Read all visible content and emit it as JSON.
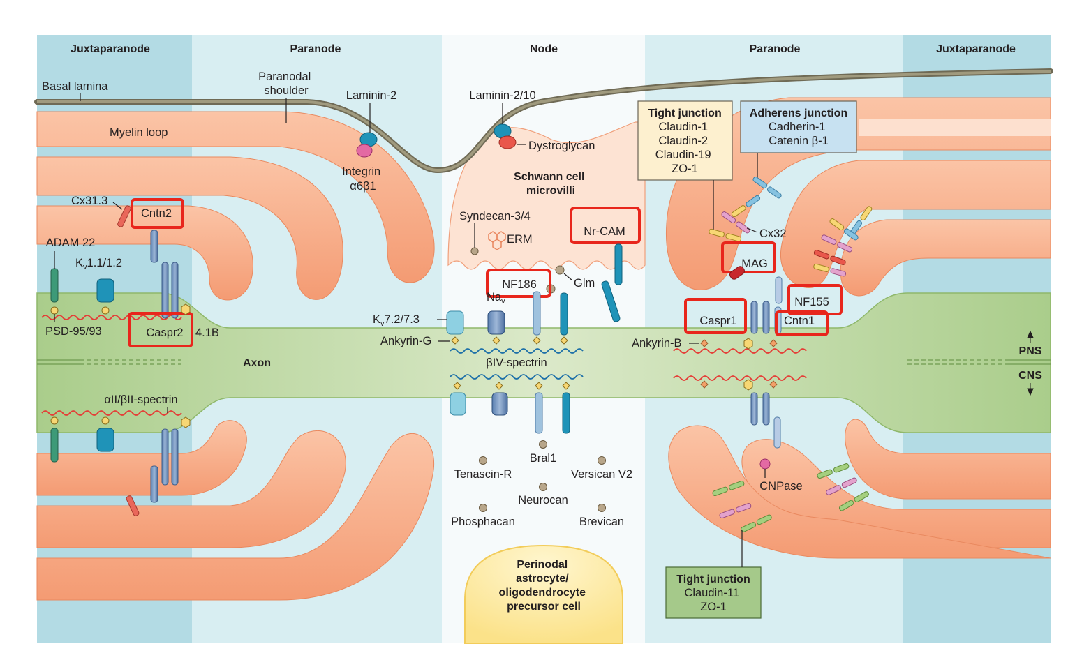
{
  "regions": {
    "juxtaparanode_left": "Juxtaparanode",
    "paranode_left": "Paranode",
    "node": "Node",
    "paranode_right": "Paranode",
    "juxtaparanode_right": "Juxtaparanode"
  },
  "structures": {
    "basal_lamina": "Basal lamina",
    "paranodal_shoulder": [
      "Paranodal",
      "shoulder"
    ],
    "myelin_loop": "Myelin loop",
    "schwann_microvilli": [
      "Schwann cell",
      "microvilli"
    ],
    "axon": "Axon",
    "perinodal_cell": [
      "Perinodal",
      "astrocyte/",
      "oligodendrocyte",
      "precursor cell"
    ]
  },
  "molecules": {
    "laminin2": "Laminin-2",
    "integrin": [
      "Integrin",
      "α6β1"
    ],
    "laminin210": "Laminin-2/10",
    "dystroglycan": "Dystroglycan",
    "syndecan": "Syndecan-3/4",
    "erm": "ERM",
    "nrcam": "Nr-CAM",
    "nf186": "NF186",
    "glm": "Glm",
    "nav_main": "Na",
    "nav_sub": "v",
    "kv72_main": "K",
    "kv72_sub": "v",
    "kv72_rest": "7.2/7.3",
    "ankyrin_g": "Ankyrin-G",
    "biv_spectrin": "βIV-spectrin",
    "cx313": "Cx31.3",
    "cntn2": "Cntn2",
    "adam22": "ADAM 22",
    "kv11_main": "K",
    "kv11_sub": "v",
    "kv11_rest": "1.1/1.2",
    "psd": "PSD-95/93",
    "caspr2": "Caspr2",
    "band41b": "4.1B",
    "spectrin_all": "αII/βII-spectrin",
    "cx32": "Cx32",
    "mag": "MAG",
    "nf155": "NF155",
    "caspr1": "Caspr1",
    "cntn1": "Cntn1",
    "ankyrin_b": "Ankyrin-B",
    "cnpase": "CNPase",
    "tenascin": "Tenascin-R",
    "bral1": "Bral1",
    "versican": "Versican V2",
    "neurocan": "Neurocan",
    "phosphacan": "Phosphacan",
    "brevican": "Brevican"
  },
  "boxes": {
    "tight_pns": {
      "title": "Tight junction",
      "lines": [
        "Claudin-1",
        "Claudin-2",
        "Claudin-19",
        "ZO-1"
      ]
    },
    "adherens": {
      "title": "Adherens junction",
      "lines": [
        "Cadherin-1",
        "Catenin β-1"
      ]
    },
    "tight_cns": {
      "title": "Tight junction",
      "lines": [
        "Claudin-11",
        "ZO-1"
      ]
    }
  },
  "side": {
    "pns": "PNS",
    "cns": "CNS"
  },
  "colors": {
    "juxta_band": "#b3dbe4",
    "paranode_band": "#d8eef2",
    "node_band": "#f6fafb",
    "axon": "#b8d69d",
    "myelin": "#f6a47e",
    "highlight": "#e8261c",
    "kchannel": "#1f93b8",
    "adam": "#3d9a78"
  }
}
